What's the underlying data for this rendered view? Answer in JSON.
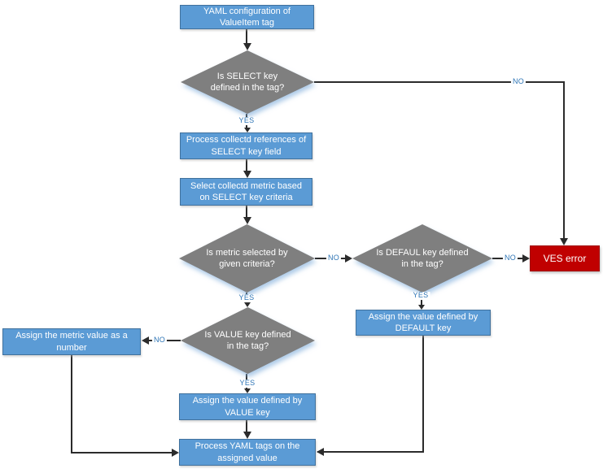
{
  "colors": {
    "process_fill": "#5B9BD5",
    "process_border": "#41719C",
    "decision_fill": "#7F7F7F",
    "error_fill": "#C00000",
    "error_border": "#A00A0A",
    "edge_label_color": "#2E75B6",
    "line_color": "#2B2B2B"
  },
  "nodes": {
    "start": {
      "type": "process",
      "label": "YAML configuration of ValueItem tag"
    },
    "d_select": {
      "type": "decision",
      "label": "Is SELECT key defined in the tag?"
    },
    "p_references": {
      "type": "process",
      "label": "Process collectd references of SELECT key field"
    },
    "p_select_metric": {
      "type": "process",
      "label": "Select collectd metric based on SELECT key criteria"
    },
    "d_metric": {
      "type": "decision",
      "label": "Is metric selected by given criteria?"
    },
    "d_default": {
      "type": "decision",
      "label": "Is DEFAUL key defined in the tag?"
    },
    "err": {
      "type": "error",
      "label": "VES error"
    },
    "p_default": {
      "type": "process",
      "label": "Assign the value defined by DEFAULT key"
    },
    "d_value": {
      "type": "decision",
      "label": "Is VALUE key defined in the tag?"
    },
    "p_number": {
      "type": "process",
      "label": "Assign the metric value as a number"
    },
    "p_value": {
      "type": "process",
      "label": "Assign the value defined by VALUE key"
    },
    "p_yaml": {
      "type": "process",
      "label": "Process YAML tags on the assigned value"
    }
  },
  "edge_labels": {
    "select_yes": "YES",
    "select_no": "NO",
    "metric_yes": "YES",
    "metric_no": "NO",
    "default_yes": "YES",
    "default_no": "NO",
    "value_yes": "YES",
    "value_no": "NO"
  }
}
